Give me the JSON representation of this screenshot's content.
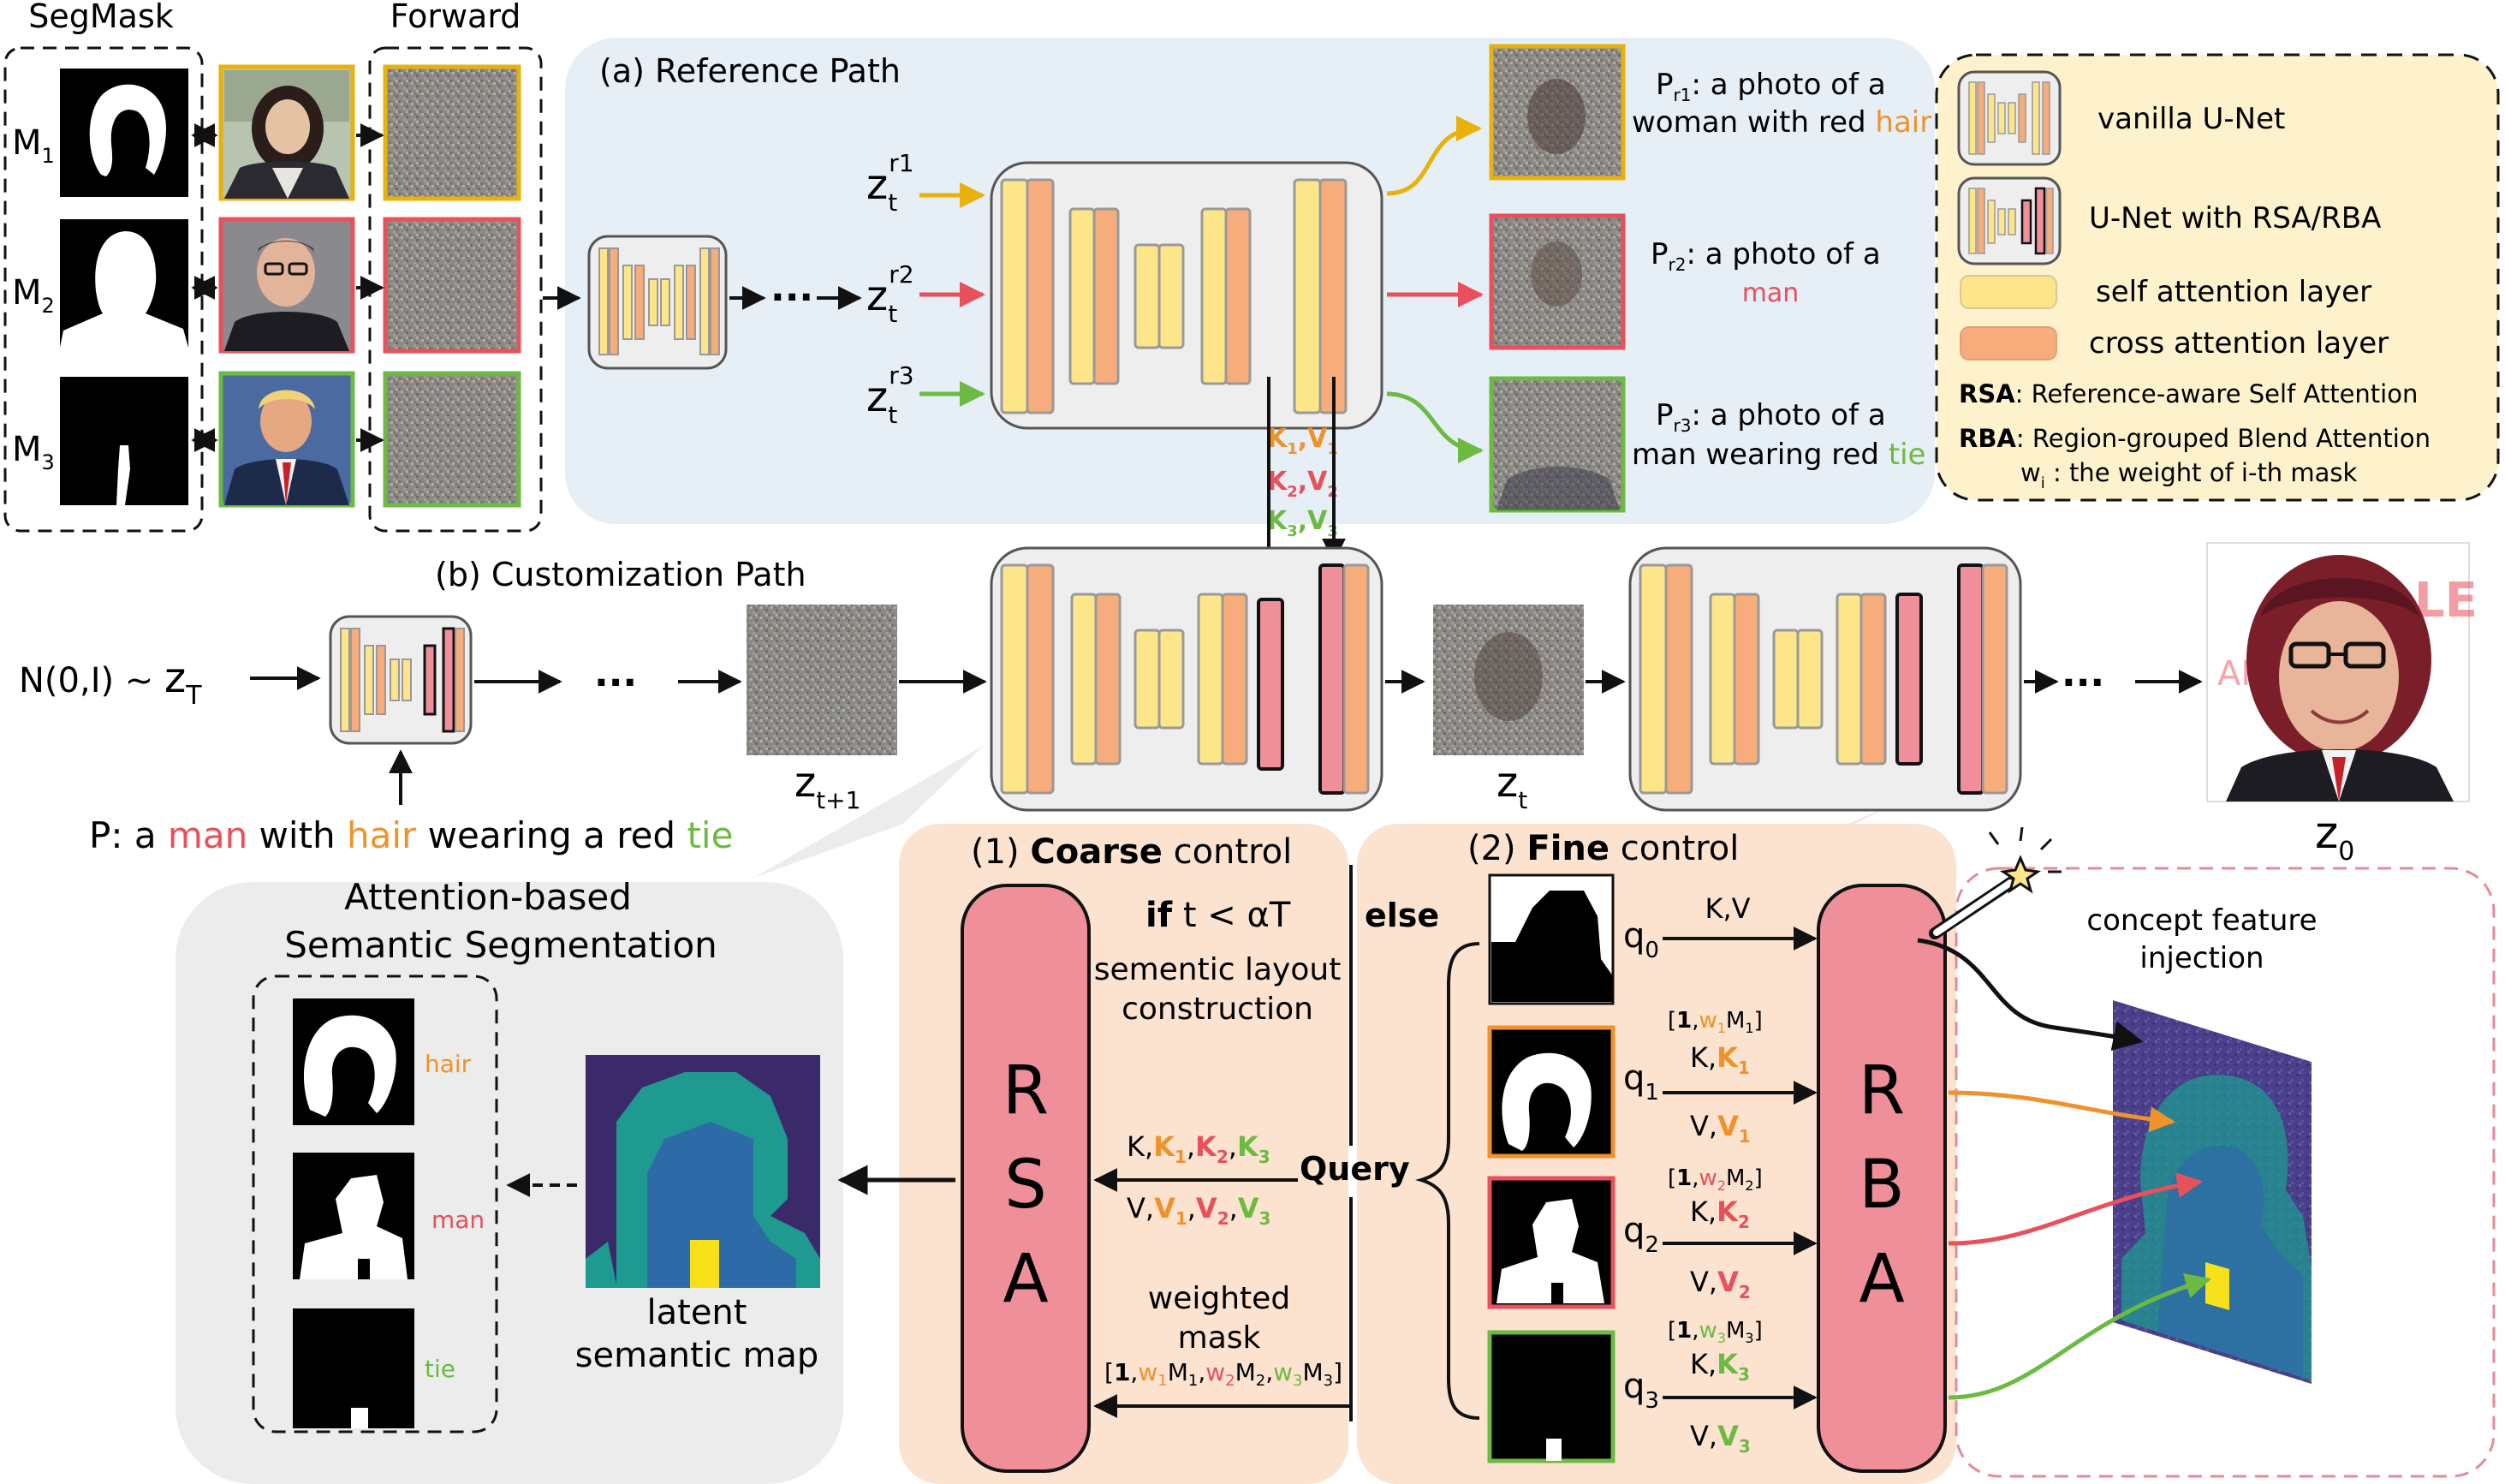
{
  "colors": {
    "self_attention": "#fde68a",
    "cross_attention": "#f6ad7b",
    "rsa_rba": "#ee8f9a",
    "ref_path_bg": "#e6eef6",
    "legend_bg": "#fdf2cc",
    "coarse_bg": "#fbe3cf",
    "seg_bg": "#ececec",
    "orange": "#f0922b",
    "red": "#e8505b",
    "green": "#6cba44",
    "yellow_frame": "#e8b20a"
  },
  "labels": {
    "segmask": "SegMask",
    "forward": "Forward",
    "m1_base": "M",
    "m1_sub": "1",
    "m2_base": "M",
    "m2_sub": "2",
    "m3_base": "M",
    "m3_sub": "3",
    "reference_path": "(a) Reference Path",
    "customization_path": "(b) Customization Path",
    "zt_base": "z",
    "zt_sub": "t",
    "zr1_sup": "r1",
    "zr2_sup": "r2",
    "zr3_sup": "r3",
    "pr1_base": "P",
    "pr1_sub": "r1",
    "pr1_line1": ": a photo of a",
    "pr1_line2a": "woman with red ",
    "pr1_line2b": "hair",
    "pr2_base": "P",
    "pr2_sub": "r2",
    "pr2_line1": ": a photo of a",
    "pr2_line2": "man",
    "pr3_base": "P",
    "pr3_sub": "r3",
    "pr3_line1": ": a photo of a",
    "pr3_line2a": "man wearing red ",
    "pr3_line2b": "tie",
    "kv1_k": "K",
    "kv1_ks": "1",
    "kv1_v": ",V",
    "kv1_vs": "1",
    "kv2_k": "K",
    "kv2_ks": "2",
    "kv2_v": ",V",
    "kv2_vs": "2",
    "kv3_k": "K",
    "kv3_ks": "3",
    "kv3_v": ",V",
    "kv3_vs": "3",
    "noise": "N(0,I) ~ ",
    "zT_base": "z",
    "zT_sub": "T",
    "ellipsis": "···",
    "zt1_base": "z",
    "zt1_sub": "t+1",
    "z0_base": "z",
    "z0_sub": "0",
    "prompt_prefix": "P: a ",
    "prompt_man": "man",
    "prompt_with": " with ",
    "prompt_hair": "hair",
    "prompt_wearing": " wearing a red ",
    "prompt_tie": "tie",
    "seg_title_1": "Attention-based",
    "seg_title_2": "Semantic Segmentation",
    "seg_hair": "hair",
    "seg_man": "man",
    "seg_tie": "tie",
    "latent_1": "latent",
    "latent_2": "semantic map",
    "coarse_num": "(1) ",
    "coarse_bold": "Coarse",
    "coarse_rest": " control",
    "fine_num": "(2) ",
    "fine_bold": "Fine",
    "fine_rest": " control",
    "if_bold": "if",
    "if_rest": " t < αT",
    "layout_1": "sementic layout",
    "layout_2": "construction",
    "else": "else",
    "rsa_r": "R",
    "rsa_s": "S",
    "rsa_a": "A",
    "rba_r": "R",
    "rba_b": "B",
    "rba_a": "A",
    "query": "Query",
    "weighted_1": "weighted",
    "weighted_2": "mask",
    "q_base": "q",
    "q0_sub": "0",
    "q1_sub": "1",
    "q2_sub": "2",
    "q3_sub": "3",
    "kv_plain": "K,V",
    "concept_1": "concept feature",
    "concept_2": "injection"
  },
  "legend": {
    "vanilla_unet": "vanilla U-Net",
    "unet_rsa_rba": "U-Net with RSA/RBA",
    "self_attention": "self attention layer",
    "cross_attention": "cross attention layer",
    "rsa_bold": "RSA",
    "rsa_rest": ": Reference-aware Self Attention",
    "rba_bold": "RBA",
    "rba_rest": ": Region-grouped Blend Attention",
    "wi_base": "w",
    "wi_sub": "i",
    "wi_rest": " : the weight of i-th mask"
  }
}
